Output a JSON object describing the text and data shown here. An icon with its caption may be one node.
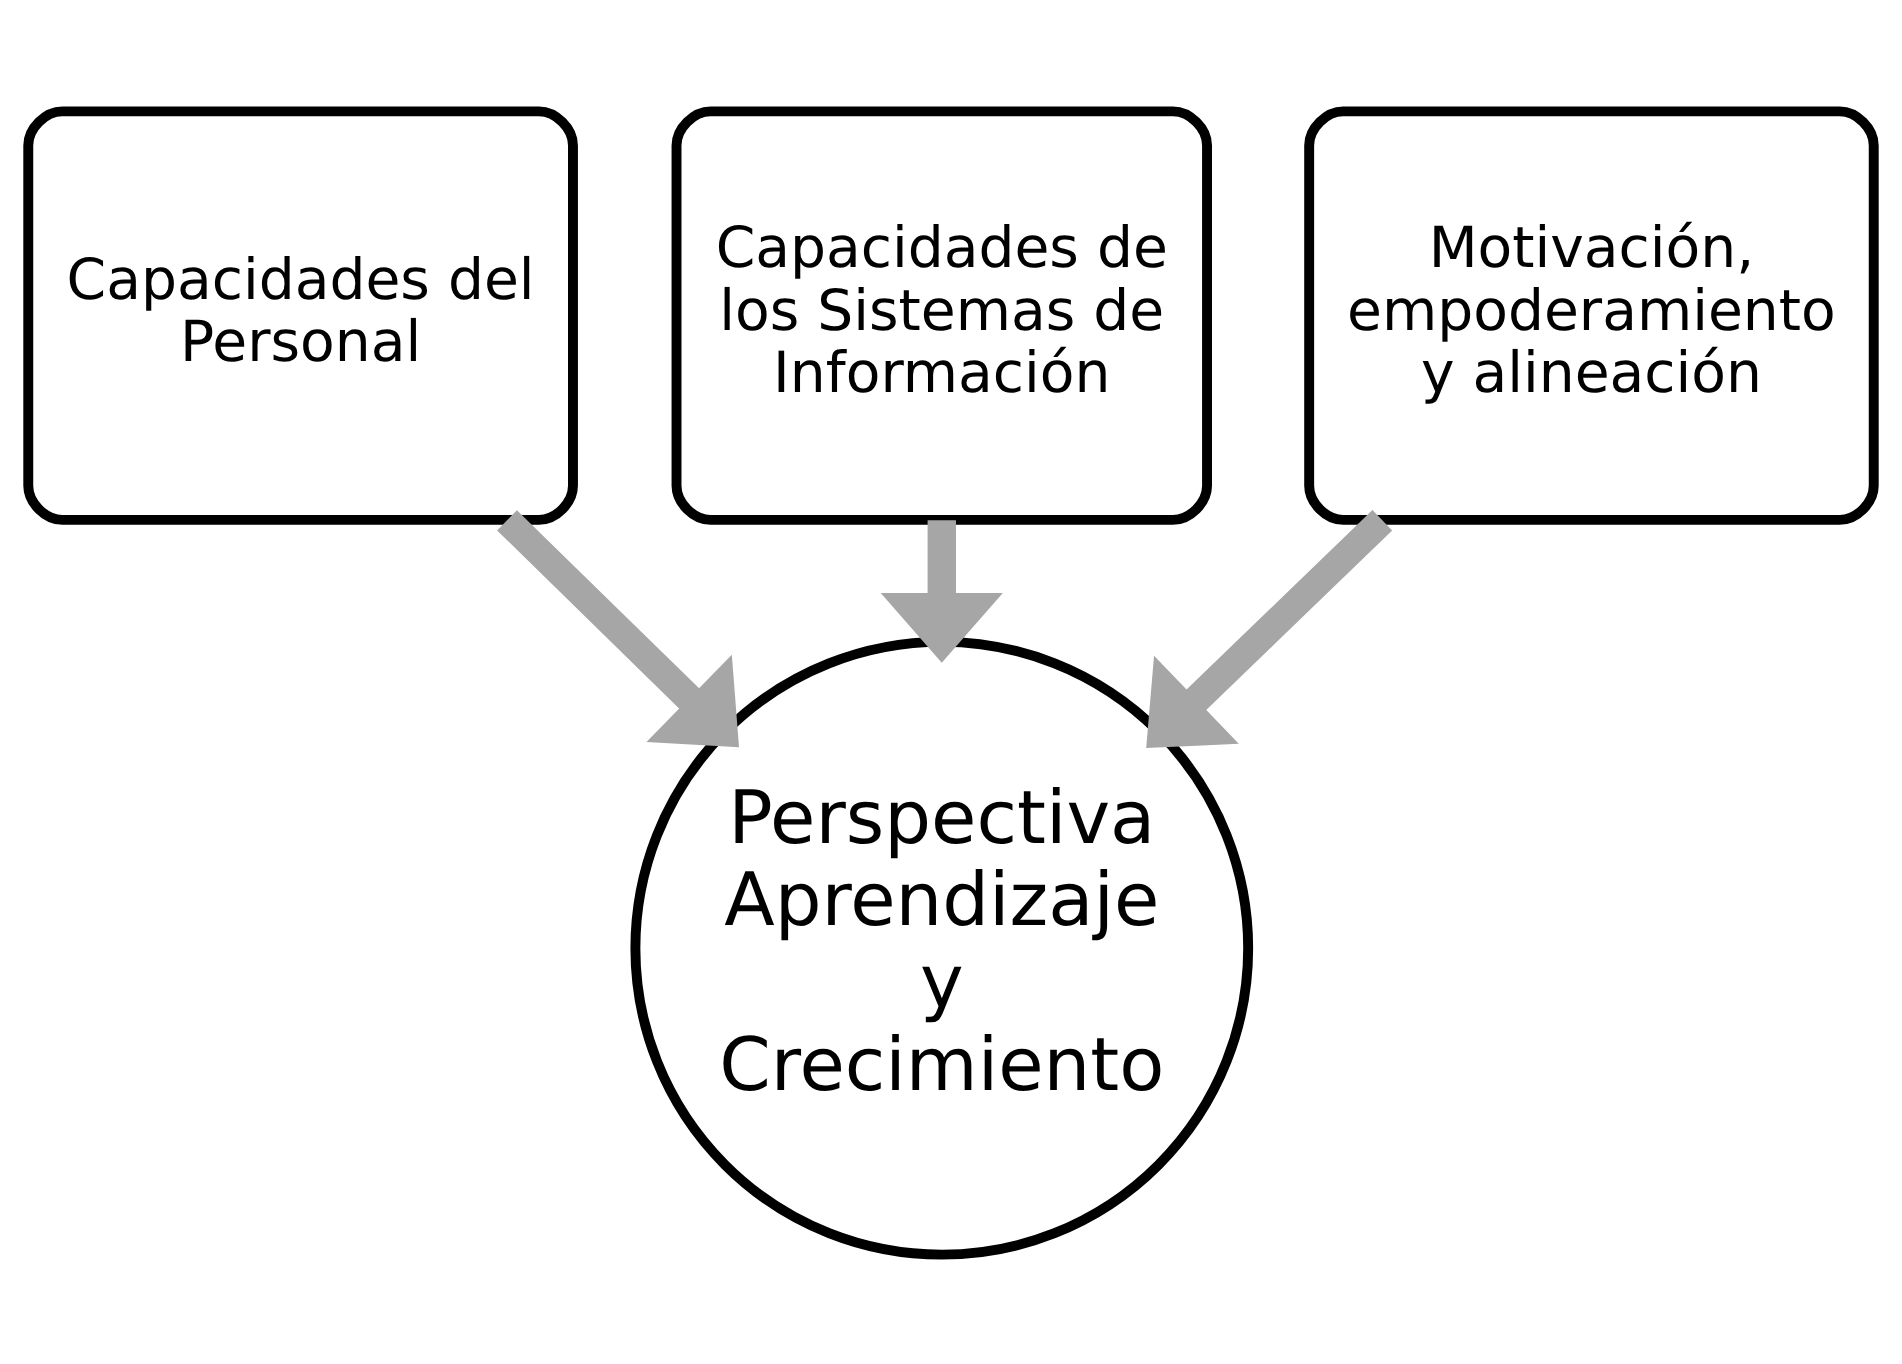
{
  "diagram": {
    "nodes": [
      {
        "text": [
          "Capacidades del Personal"
        ]
      },
      {
        "text": [
          "Capacidades de los Sistemas de Información"
        ]
      },
      {
        "text": [
          "Motivación, empoderamiento y alineación"
        ]
      },
      {
        "text": [
          "Perspectiva Aprendizaje y Crecimiento"
        ]
      }
    ],
    "edges": [
      {
        "from": 0,
        "to": 3,
        "arrow": "to"
      },
      {
        "from": 1,
        "to": 3,
        "arrow": "to"
      },
      {
        "from": 2,
        "to": 3,
        "arrow": "to"
      }
    ]
  }
}
